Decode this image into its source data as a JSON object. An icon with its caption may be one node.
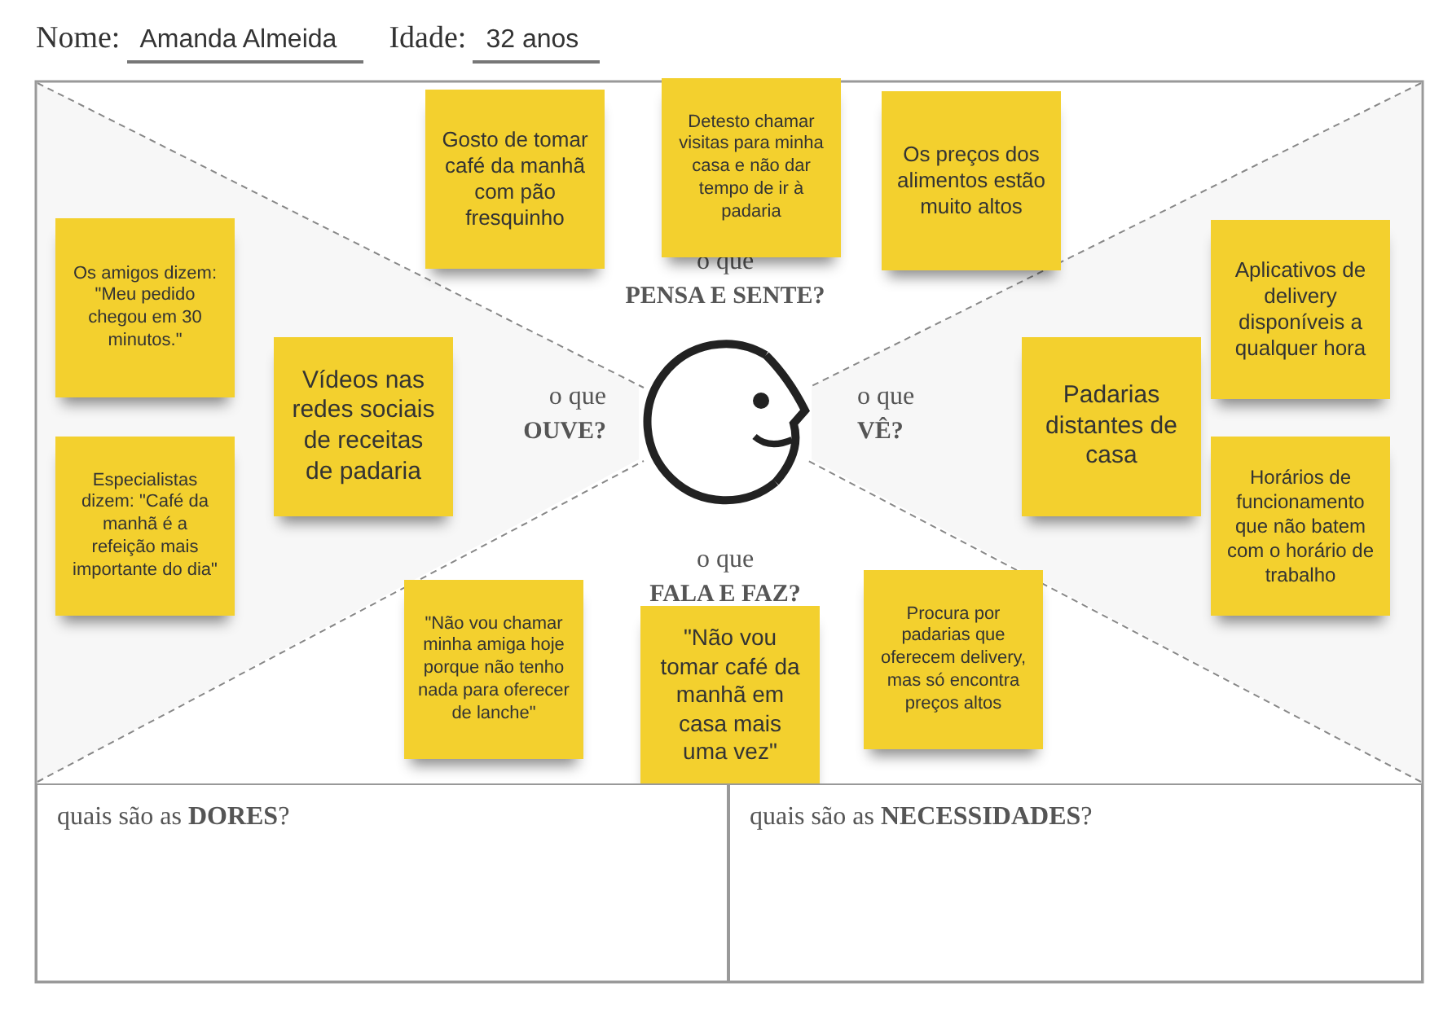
{
  "diagram": {
    "nodes": [
      {
        "text": [
          "Gosto de tomar café da manhã com pão fresquinho"
        ]
      },
      {
        "text": [
          "Detesto chamar visitas para minha casa e não dar tempo de ir à padaria"
        ]
      },
      {
        "text": [
          "Os preços dos alimentos estão muito altos"
        ]
      },
      {
        "text": [
          "Os amigos dizem: \"Meu pedido chegou em 30 minutos.\""
        ]
      },
      {
        "text": [
          "Especialistas dizem: \"Café da manhã é a refeição mais importante do dia\""
        ]
      },
      {
        "text": [
          "Vídeos nas redes sociais de receitas de padaria"
        ]
      },
      {
        "text": [
          "Aplicativos de delivery disponíveis a qualquer hora"
        ]
      },
      {
        "text": [
          "Padarias distantes de casa"
        ]
      },
      {
        "text": [
          "Horários de funcionamento que não batem com o horário de trabalho"
        ]
      },
      {
        "text": [
          "\"Não vou chamar minha amiga hoje porque não tenho nada para oferecer de lanche\""
        ]
      },
      {
        "text": [
          "\"Não vou tomar café da manhã em casa mais uma vez\""
        ]
      },
      {
        "text": [
          "Procura por padarias que oferecem delivery, mas só encontra preços altos"
        ]
      },
      {
        "text": [
          "quais são as **DORES**?"
        ]
      },
      {
        "text": [
          "quais são as **NECESSIDADES**?"
        ]
      }
    ],
    "labels": [
      "Nome:",
      "Amanda Almeida",
      "Idade:",
      "32 anos",
      "o que",
      "PENSA E SENTE?",
      "o que",
      "OUVE?",
      "o que",
      "VÊ?",
      "o que",
      "FALA E FAZ?"
    ]
  }
}
